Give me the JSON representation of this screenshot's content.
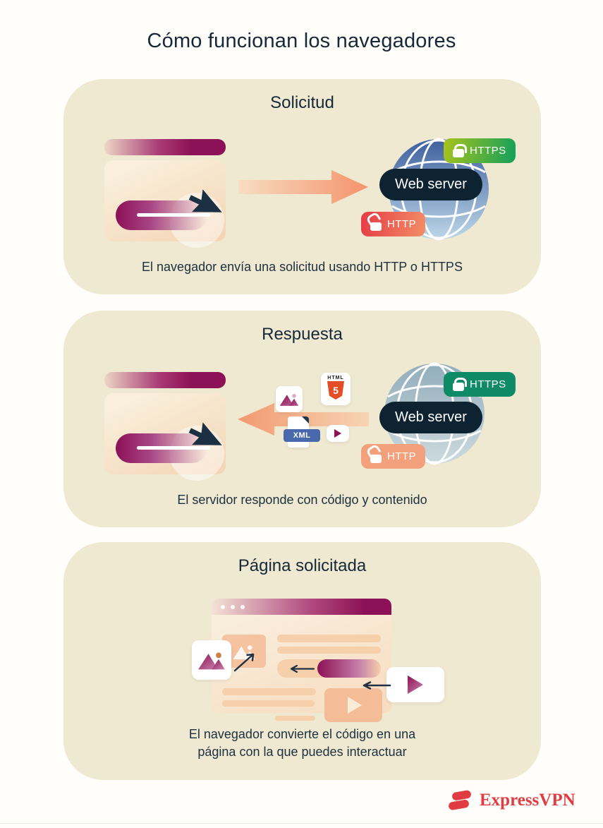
{
  "page": {
    "title": "Cómo funcionan los navegadores"
  },
  "panels": [
    {
      "heading": "Solicitud",
      "caption": "El navegador envía una solicitud usando HTTP o HTTPS",
      "server_label": "Web server",
      "https_label": "HTTPS",
      "http_label": "HTTP"
    },
    {
      "heading": "Respuesta",
      "caption": "El servidor responde con código y contenido",
      "server_label": "Web server",
      "https_label": "HTTPS",
      "http_label": "HTTP",
      "file_icons": {
        "html_text": "HTML",
        "html_number": "5",
        "xml_label": "XML"
      }
    },
    {
      "heading": "Página solicitada",
      "caption_line1": "El navegador convierte el código en una",
      "caption_line2": "página con la que puedes interactuar"
    }
  ],
  "footer": {
    "brand": "ExpressVPN"
  },
  "colors": {
    "page_bg": "#fffefa",
    "panel_bg": "#f0e9d1",
    "heading_navy": "#16293a",
    "magenta": "#8c1156",
    "arrow_salmon": "#f4936b",
    "https_green_start": "#a8c31c",
    "https_green_end": "#12a05b",
    "http_red_start": "#e63c46",
    "http_red_end": "#f28e66",
    "https_teal": "#0f8a67",
    "http_salmon": "#f2a17c",
    "server_navy": "#0e2332",
    "globe_blue_top": "#3d5f9e",
    "globe_blue_bottom": "#bdd7e8",
    "globe_gray_top": "#93adbc",
    "globe_gray_bottom": "#ccdadd",
    "html5_orange": "#e44d26",
    "xml_blue": "#4a69ad",
    "brand_red": "#e23c43"
  },
  "icons": {
    "lock-closed-icon": "css-shape",
    "lock-open-icon": "css-shape",
    "globe-icon": "svg-shape",
    "cursor-icon": "svg-shape",
    "browser-window-icon": "css-shape",
    "image-icon": "svg-mountains",
    "html5-icon": "css-shield",
    "xml-file-icon": "css-document",
    "play-icon": "css-triangle",
    "flow-arrow-icon": "svg-arrow",
    "expressvpn-logo-icon": "svg-shape"
  }
}
